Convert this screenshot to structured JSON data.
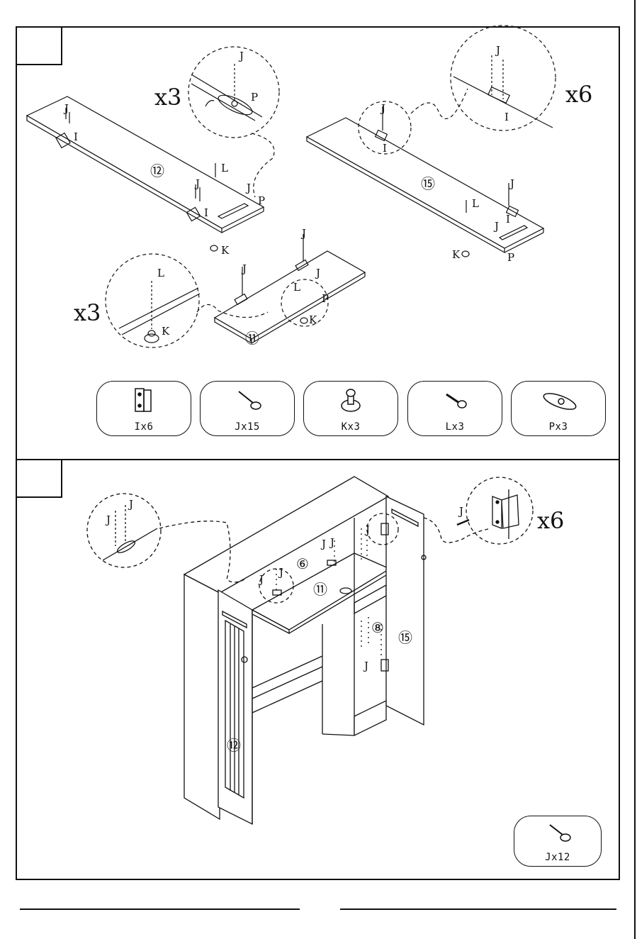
{
  "step1": {
    "multiplier_left_top": "x3",
    "multiplier_right_top": "x6",
    "multiplier_left_bottom": "x3",
    "panels": {
      "p12": "⑫",
      "p15": "⑮",
      "p11": "⑪"
    },
    "letters": {
      "I": "I",
      "J": "J",
      "K": "K",
      "L": "L",
      "P": "P"
    },
    "parts": [
      {
        "label": "Ix6",
        "icon": "hinge-icon"
      },
      {
        "label": "Jx15",
        "icon": "screw-icon"
      },
      {
        "label": "Kx3",
        "icon": "knob-icon"
      },
      {
        "label": "Lx3",
        "icon": "bolt-icon"
      },
      {
        "label": "Px3",
        "icon": "plate-icon"
      }
    ]
  },
  "step2": {
    "multiplier": "x6",
    "panels": {
      "p6": "⑥",
      "p11": "⑪",
      "p8": "⑧",
      "p15": "⑮",
      "p12": "⑫"
    },
    "parts": [
      {
        "label": "Jx12",
        "icon": "screw-icon"
      }
    ]
  }
}
